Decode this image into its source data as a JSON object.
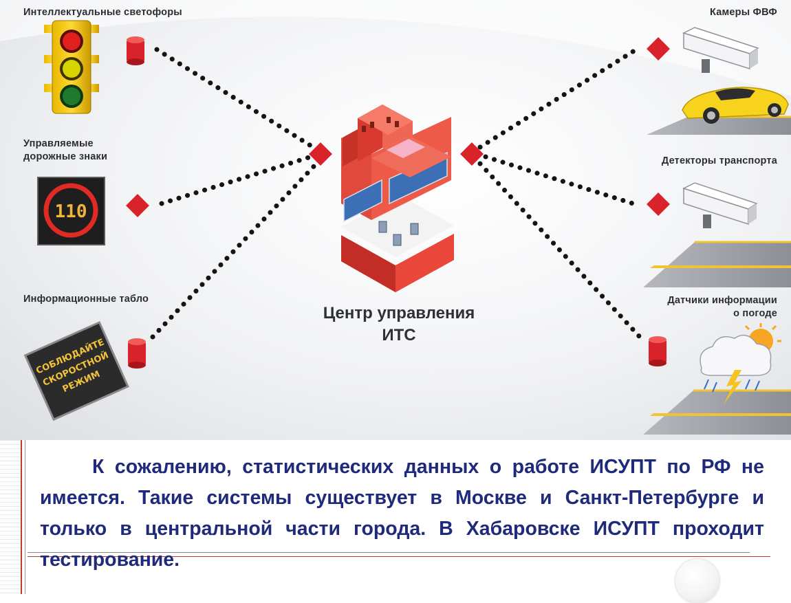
{
  "diagram": {
    "center_title": [
      "Центр управления",
      "ИТС"
    ],
    "left_labels": {
      "traffic_lights": "Интеллектуальные светофоры",
      "road_signs": [
        "Управляемые",
        "дорожные знаки"
      ],
      "info_boards": "Информационные табло"
    },
    "right_labels": {
      "cameras": "Камеры ФВФ",
      "detectors": "Детекторы транспорта",
      "weather": [
        "Датчики информации",
        "о погоде"
      ]
    },
    "speed_sign_value": "110",
    "board_text": [
      "СОБЛЮДАЙТЕ",
      "СКОРОСТНОЙ",
      "РЕЖИМ"
    ],
    "colors": {
      "accent_red": "#d8232a",
      "building_red": "#e8473a",
      "dots": "#111111"
    }
  },
  "text": {
    "paragraph": "К сожалению, статистических данных о работе ИСУПТ по РФ не имеется. Такие системы существует в Москве и Санкт-Петербурге и только в центральной части города. В Хабаровске ИСУПТ проходит тестирование."
  }
}
